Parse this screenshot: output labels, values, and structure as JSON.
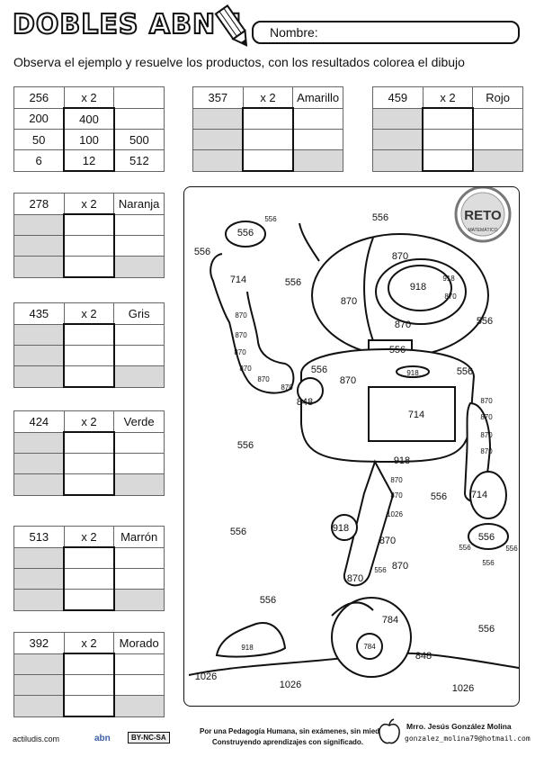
{
  "header": {
    "title": "DOBLES ABN 1",
    "name_label": "Nombre:",
    "instructions": "Observa el ejemplo y resuelve los productos, con los resultados colorea el dibujo"
  },
  "tables": [
    {
      "number": "256",
      "op": "x 2",
      "color": "",
      "rows": [
        [
          "200",
          "400",
          ""
        ],
        [
          "50",
          "100",
          "500"
        ],
        [
          "6",
          "12",
          "512"
        ]
      ]
    },
    {
      "number": "357",
      "op": "x 2",
      "color": "Amarillo",
      "rows": [
        [
          "",
          "",
          ""
        ],
        [
          "",
          "",
          ""
        ],
        [
          "",
          "",
          ""
        ]
      ]
    },
    {
      "number": "459",
      "op": "x 2",
      "color": "Rojo",
      "rows": [
        [
          "",
          "",
          ""
        ],
        [
          "",
          "",
          ""
        ],
        [
          "",
          "",
          ""
        ]
      ]
    },
    {
      "number": "278",
      "op": "x 2",
      "color": "Naranja",
      "rows": [
        [
          "",
          "",
          ""
        ],
        [
          "",
          "",
          ""
        ],
        [
          "",
          "",
          ""
        ]
      ]
    },
    {
      "number": "435",
      "op": "x 2",
      "color": "Gris",
      "rows": [
        [
          "",
          "",
          ""
        ],
        [
          "",
          "",
          ""
        ],
        [
          "",
          "",
          ""
        ]
      ]
    },
    {
      "number": "424",
      "op": "x 2",
      "color": "Verde",
      "rows": [
        [
          "",
          "",
          ""
        ],
        [
          "",
          "",
          ""
        ],
        [
          "",
          "",
          ""
        ]
      ]
    },
    {
      "number": "513",
      "op": "x 2",
      "color": "Marrón",
      "rows": [
        [
          "",
          "",
          ""
        ],
        [
          "",
          "",
          ""
        ],
        [
          "",
          "",
          ""
        ]
      ]
    },
    {
      "number": "392",
      "op": "x 2",
      "color": "Morado",
      "rows": [
        [
          "",
          "",
          ""
        ],
        [
          "",
          "",
          ""
        ],
        [
          "",
          "",
          ""
        ]
      ]
    }
  ],
  "badge": {
    "title": "RETO",
    "subtitle": "MATEMÁTICO"
  },
  "drawing_labels": {
    "n556": "556",
    "n714": "714",
    "n870": "870",
    "n918": "918",
    "n848": "848",
    "n784": "784",
    "n1026": "1026"
  },
  "footer": {
    "site": "actiludis.com",
    "abn": "abn",
    "license": "BY-NC-SA",
    "motto_line1": "Por una Pedagogía Humana, sin exámenes, sin miedo.",
    "motto_line2": "Construyendo aprendizajes con significado.",
    "author": "Mrro. Jesús González Molina",
    "email": "gonzalez_molina79@hotmail.com"
  }
}
